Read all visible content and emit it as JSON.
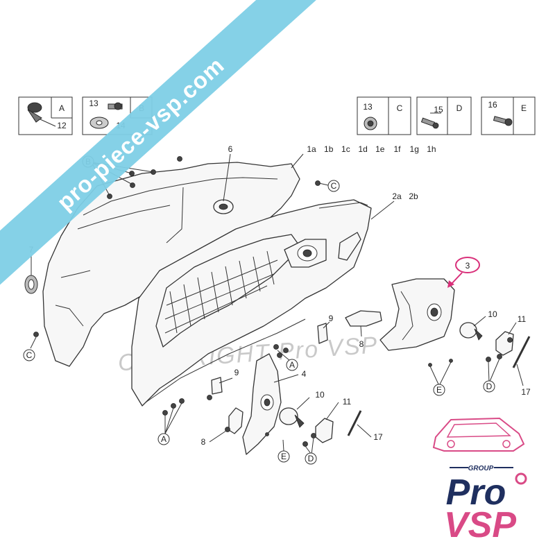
{
  "watermark_banner": "pro-piece-vsp.com",
  "copyright_watermark": "COPYRIGHT Pro VSP",
  "logo": {
    "top_word": "GROUP",
    "line1": "Pro",
    "line2": "VSP",
    "pink": "#d94a86",
    "navy": "#1f2f5f"
  },
  "banner_color": "#7ecfe6",
  "highlight_color": "#d9307a",
  "legend": [
    {
      "letter": "A",
      "parts": [
        "12"
      ]
    },
    {
      "letter": "B",
      "parts": [
        "13",
        "14"
      ]
    },
    {
      "letter": "C",
      "parts": [
        "13"
      ]
    },
    {
      "letter": "D",
      "parts": [
        "15"
      ]
    },
    {
      "letter": "E",
      "parts": [
        "16"
      ]
    }
  ],
  "variant_labels": [
    "1a",
    "1b",
    "1c",
    "1d",
    "1e",
    "1f",
    "1g",
    "1h"
  ],
  "variant_labels_2": [
    "2a",
    "2b"
  ],
  "part_labels": {
    "p6": "6",
    "p7": "7",
    "p3": "3",
    "p10_right": "10",
    "p11_right": "11",
    "p8_right": "8",
    "p9_right": "9",
    "p17_right": "17",
    "p4": "4",
    "p9_left": "9",
    "p8_left": "8",
    "p10_low": "10",
    "p11_low": "11",
    "p17_low": "17"
  },
  "callouts": {
    "b_top": "B",
    "c_top": "C",
    "c_left": "C",
    "a_mid": "A",
    "a_low": "A",
    "e_low": "E",
    "d_low": "D",
    "e_right": "E",
    "d_right": "D"
  }
}
